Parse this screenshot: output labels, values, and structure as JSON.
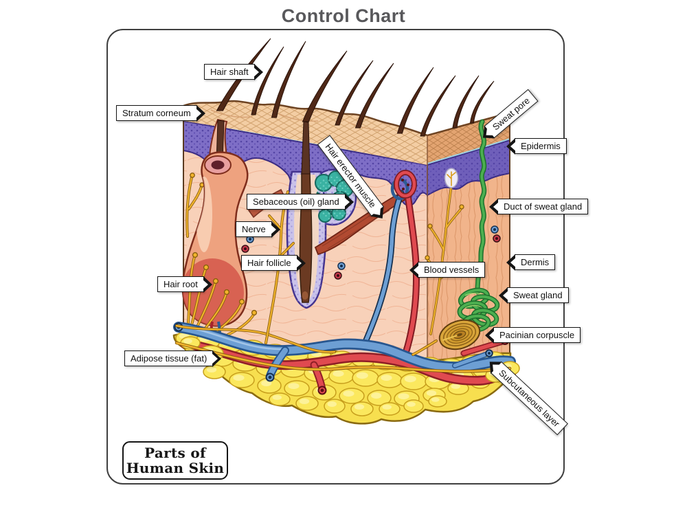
{
  "title": "Control Chart",
  "badge": {
    "line1": "Parts of",
    "line2": "Human Skin"
  },
  "labels": {
    "hair_shaft": "Hair shaft",
    "stratum_corneum": "Stratum corneum",
    "sweat_pore": "Sweat pore",
    "epidermis": "Epidermis",
    "hair_erector_muscle": "Hair erector muscle",
    "sebaceous_gland": "Sebaceous (oil) gland",
    "duct_of_sweat_gland": "Duct of sweat gland",
    "nerve": "Nerve",
    "hair_follicle": "Hair follicle",
    "blood_vessels": "Blood vessels",
    "dermis": "Dermis",
    "hair_root": "Hair root",
    "sweat_gland": "Sweat gland",
    "pacinian_corpuscle": "Pacinian corpuscle",
    "adipose_tissue": "Adipose tissue (fat)",
    "subcutaneous_layer": "Subcutaneous layer"
  },
  "colors": {
    "title_text": "#58585b",
    "label_outline": "#151515",
    "skin_tan": "#f3cda3",
    "epidermis_purple": "#7e6ec6",
    "dermis_pink": "#f8d1b9",
    "fat_yellow": "#f9e455",
    "vein_blue": "#6d9fd4",
    "artery_red": "#e04a50",
    "nerve_yellow": "#f2b42c",
    "sweat_green": "#4caf50",
    "sebaceous_teal": "#3ab2a2",
    "hair_brown": "#4f2817"
  }
}
